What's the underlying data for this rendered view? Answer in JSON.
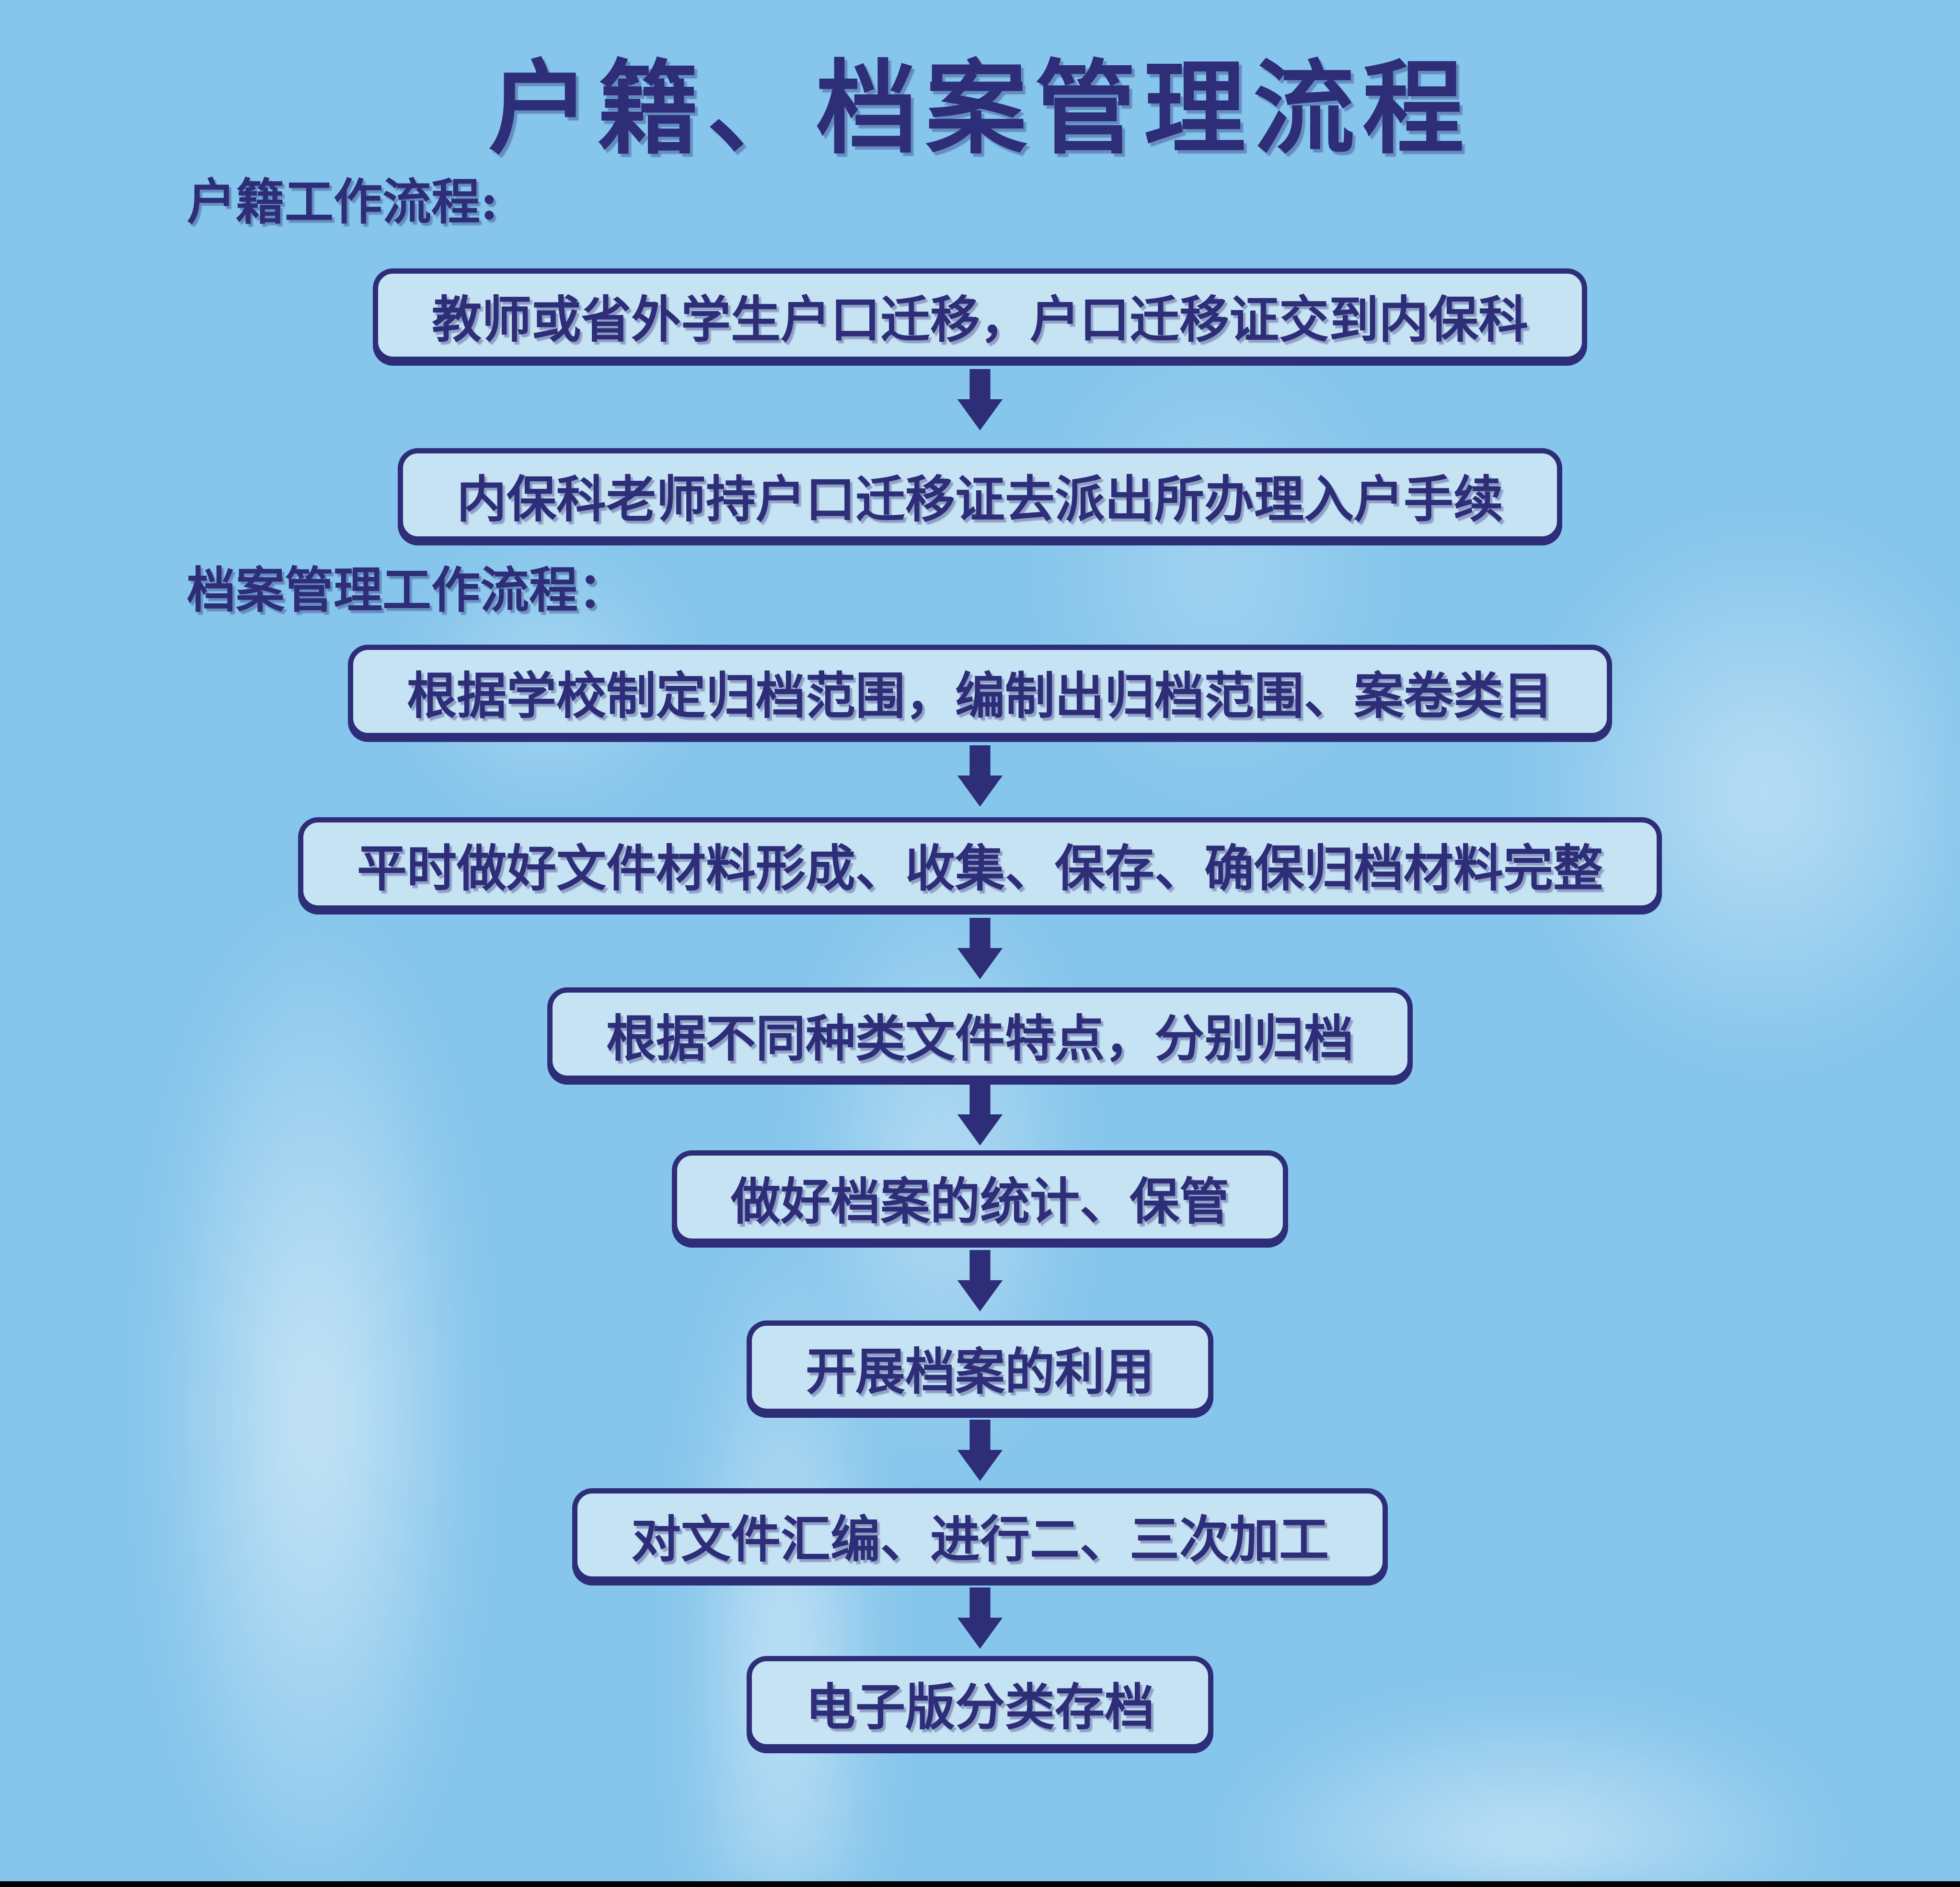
{
  "page": {
    "title": "户籍、档案管理流程",
    "colors": {
      "sky": "#87c6ec",
      "box_fill": "#c6e3f4",
      "accent": "#2d2d78",
      "bottom_bar": "#000000"
    }
  },
  "sections": [
    {
      "label": "户籍工作流程:",
      "steps": [
        "教师或省外学生户口迁移，户口迁移证交到内保科",
        "内保科老师持户口迁移证去派出所办理入户手续"
      ]
    },
    {
      "label": "档案管理工作流程：",
      "steps": [
        "根据学校制定归档范围，编制出归档范围、案卷类目",
        "平时做好文件材料形成、收集、保存、确保归档材料完整",
        "根据不同种类文件特点，分别归档",
        "做好档案的统计、保管",
        "开展档案的利用",
        "对文件汇编、进行二、三次加工",
        "电子版分类存档"
      ]
    }
  ]
}
